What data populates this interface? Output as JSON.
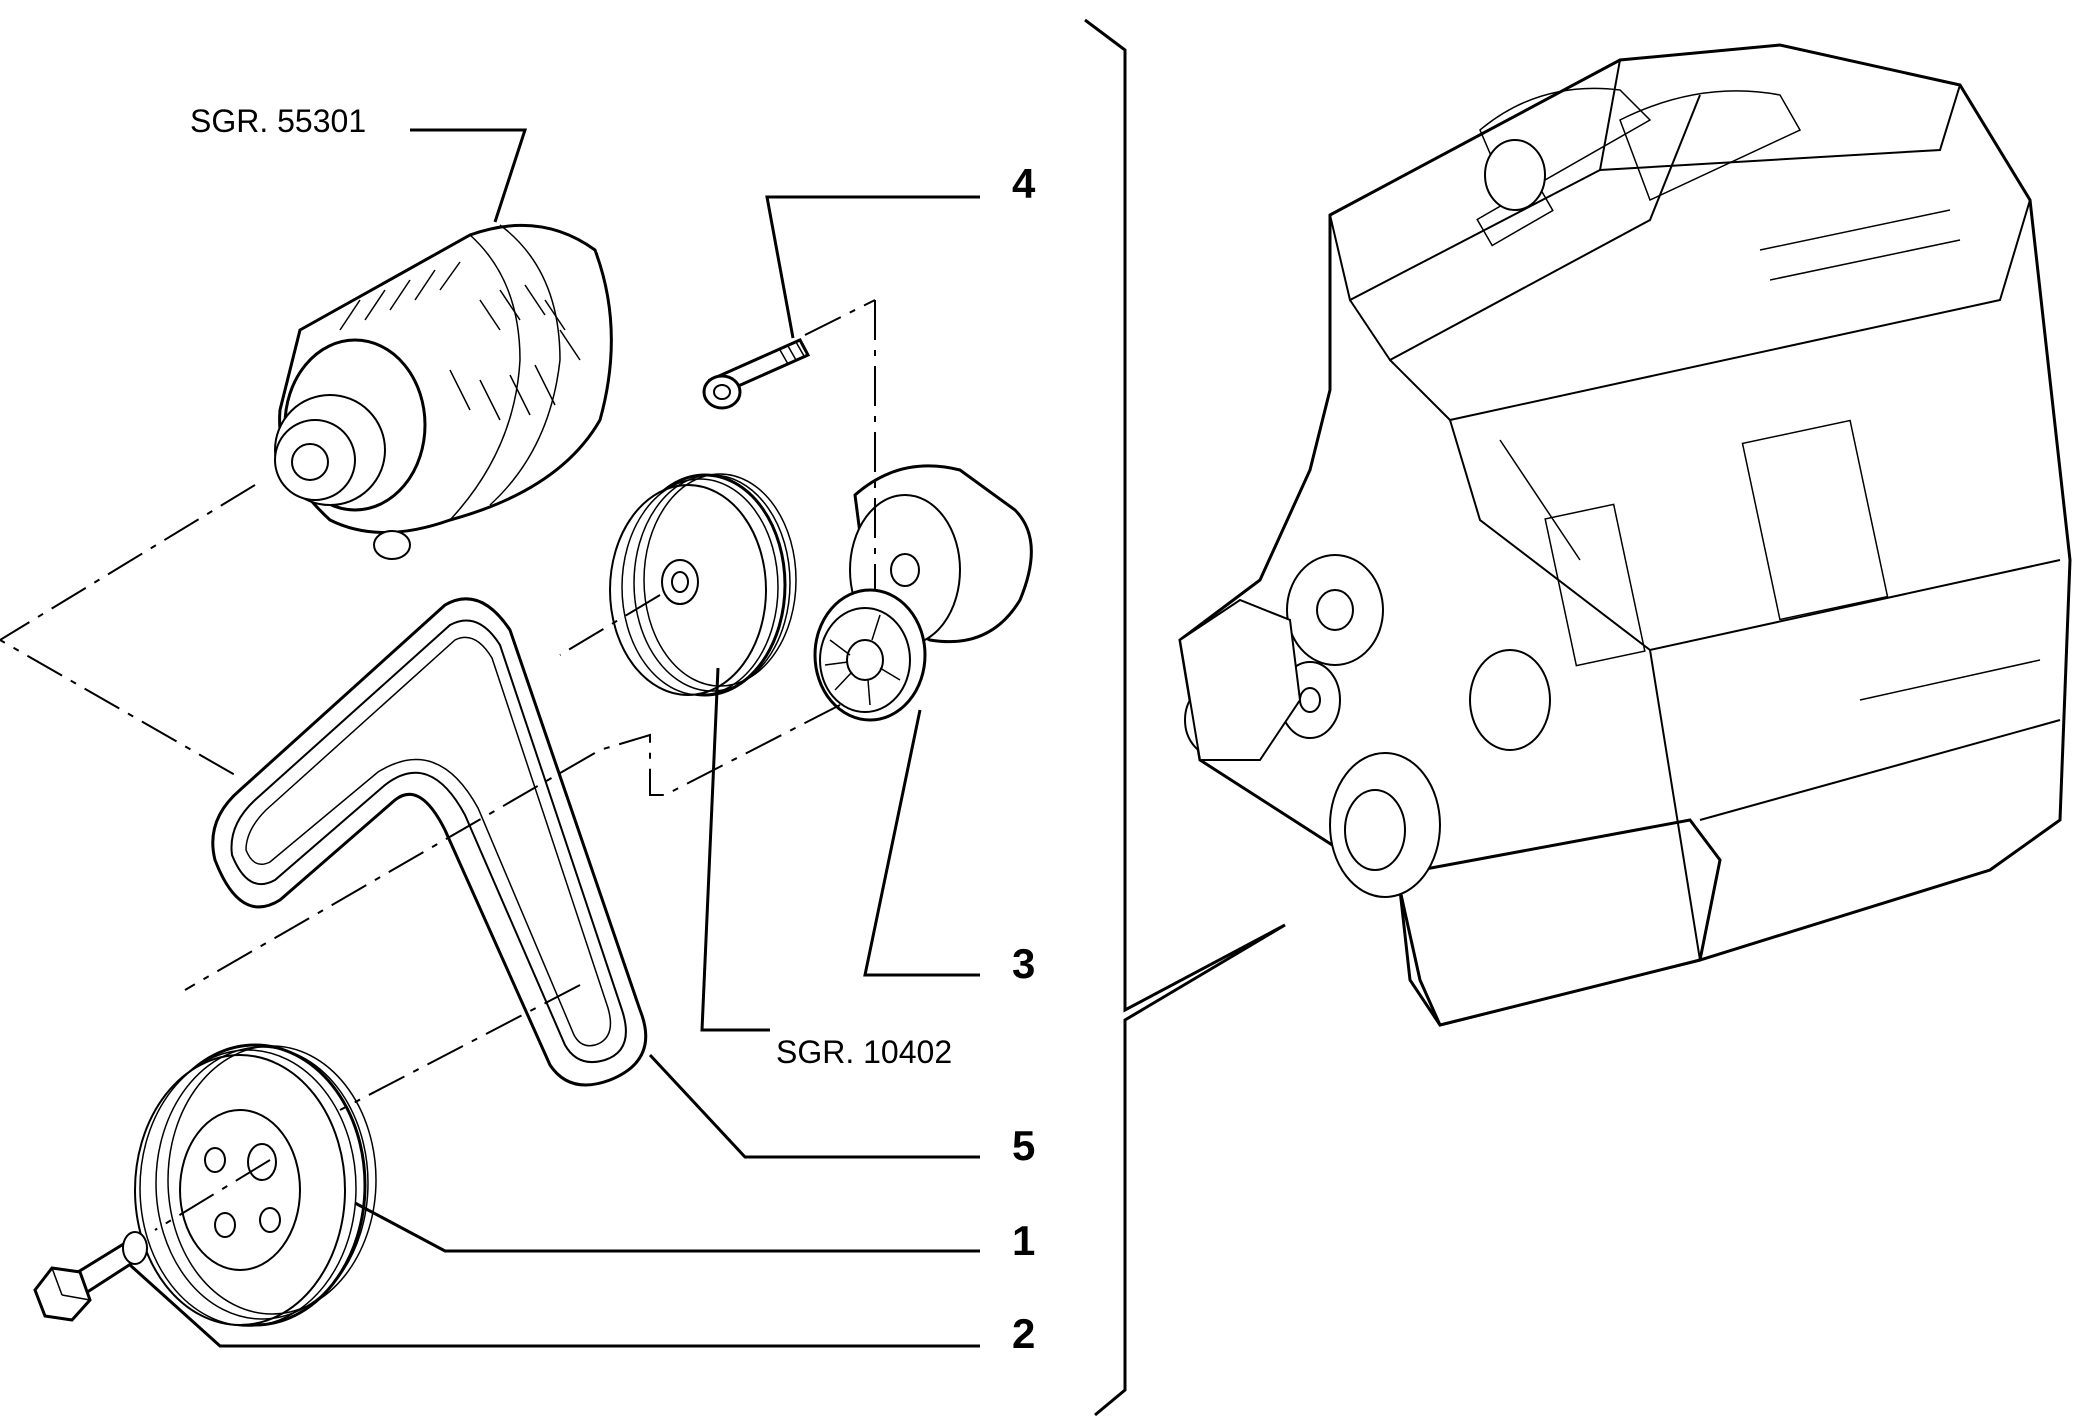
{
  "callouts": {
    "alternator_ref": "SGR. 55301",
    "idler_ref": "SGR. 10402",
    "item_4": "4",
    "item_3": "3",
    "item_5": "5",
    "item_1": "1",
    "item_2": "2"
  }
}
